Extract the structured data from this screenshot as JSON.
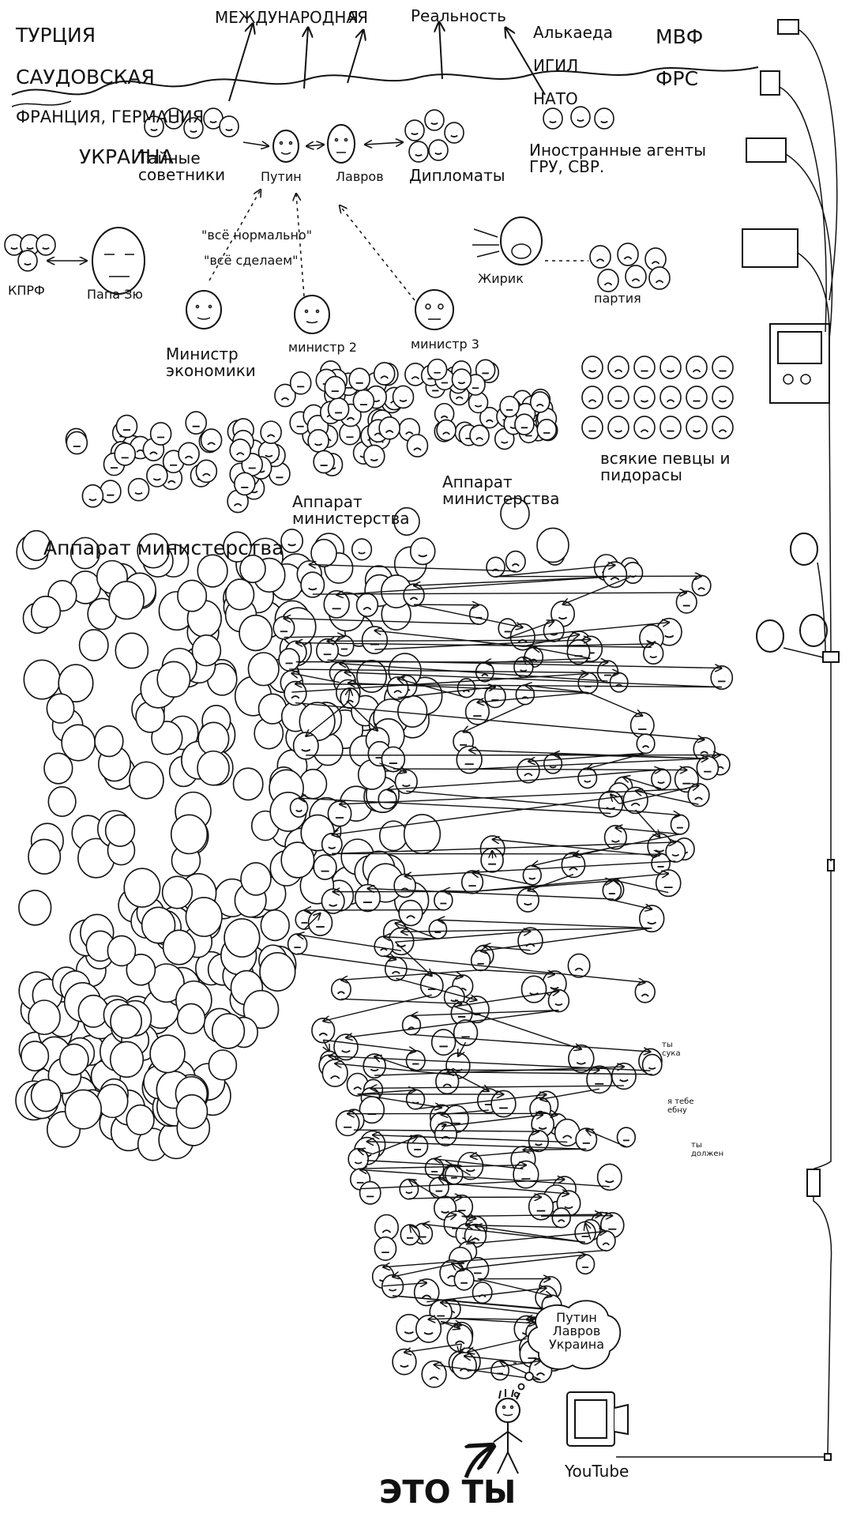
{
  "top": {
    "left_group": [
      "ТУРЦИЯ",
      "САУДОВСКАЯ",
      "ФРАНЦИЯ, ГЕРМАНИЯ",
      "УКРАИНА"
    ],
    "international": "МЕЖДУНАРОДНАЯ",
    "ya": "Я",
    "reality": "Реальность",
    "terror": [
      "Алькаеда",
      "ИГИЛ",
      "НАТО"
    ],
    "finance": [
      "МВФ",
      "ФРС"
    ]
  },
  "row2": {
    "advisors": "Тайные советники",
    "putin": "Путин",
    "lavrov": "Лавров",
    "diplomats": "Дипломаты",
    "agents": "Иностранные агенты ГРУ, СВР."
  },
  "row3": {
    "kprf": "КПРФ",
    "papa": "Папа Зю",
    "quote1": "\"всё нормально\"",
    "quote2": "\"всё сделаем\"",
    "zhirik": "Жирик",
    "party": "партия"
  },
  "ministers": {
    "m1": "Министр экономики",
    "m2": "министр 2",
    "m3": "министр 3"
  },
  "apparatus": {
    "a1": "Аппарат министерства",
    "a2": "Аппарат министерства",
    "a3": "Аппарат министерства",
    "singers": "всякие певцы и пидорасы"
  },
  "bottom": {
    "speech1": "ты сука",
    "speech2": "я тебе ебну",
    "speech3": "ты должен",
    "thought": "Путин Лавров Украина",
    "youtube": "YouTube",
    "you": "ЭТО ТЫ"
  }
}
